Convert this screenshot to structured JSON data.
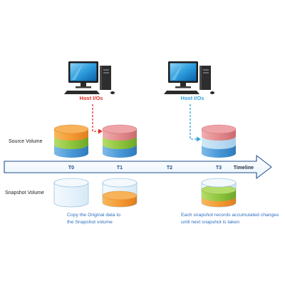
{
  "host_label": "Host I/Os",
  "row_labels": {
    "source": "Source Volume",
    "snapshot": "Snapshot Volume"
  },
  "timeline": {
    "label": "Timeline",
    "ticks": [
      "T0",
      "T1",
      "T2",
      "T3"
    ]
  },
  "captions": {
    "copy_line1": "Copy the Original data to",
    "copy_line2": "the Snapshot volume",
    "changes_line1": "Each snapshot records accumulated changes",
    "changes_line2": "until next snapshot is taken"
  },
  "colors": {
    "timeline_text": "#1f4e8c",
    "caption_text": "#2e6fc0",
    "host_left": "#e0312a",
    "host_right": "#35a3df",
    "layer_orange": "#f39b34",
    "layer_green": "#8fc53d",
    "layer_blue": "#4a98d6",
    "layer_pink": "#e38a8d"
  }
}
